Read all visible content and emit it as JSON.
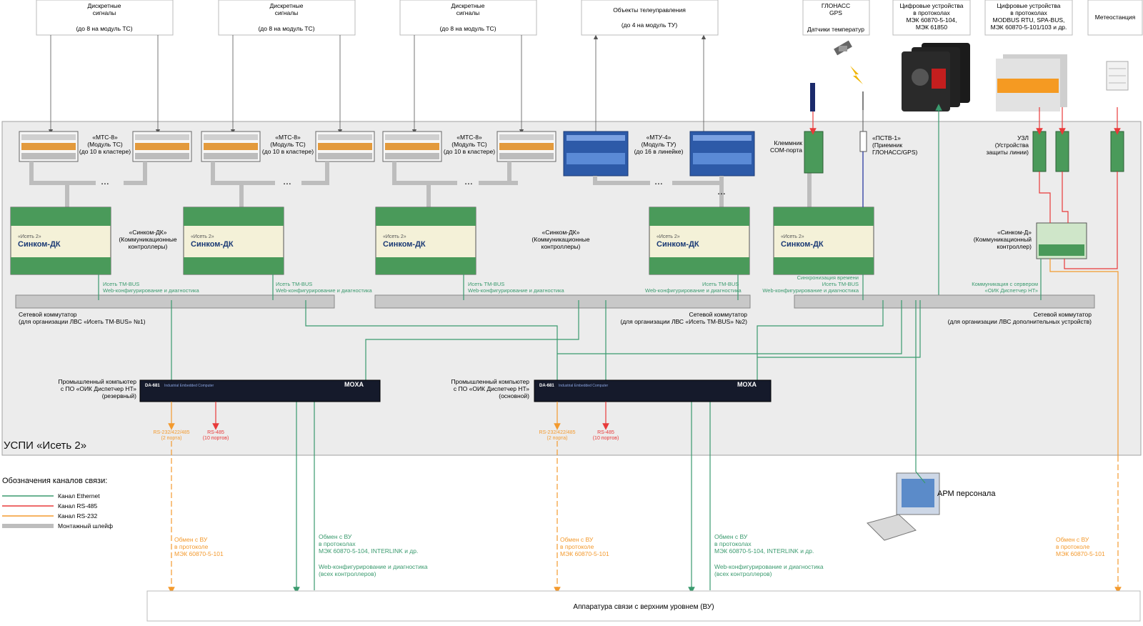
{
  "top_boxes": [
    {
      "line1": "Дискретные",
      "line2": "сигналы",
      "line3": "(до 8 на модуль ТС)"
    },
    {
      "line1": "Дискретные",
      "line2": "сигналы",
      "line3": "(до 8 на модуль ТС)"
    },
    {
      "line1": "Дискретные",
      "line2": "сигналы",
      "line3": "(до 8 на модуль ТС)"
    },
    {
      "line1": "Объекты телеуправления",
      "line3": "(до 4 на модуль ТУ)"
    },
    {
      "line1": "ГЛОНАСС",
      "line2": "GPS",
      "line3": "Датчики температур"
    },
    {
      "line1": "Цифровые устройства",
      "line2": "в протоколах",
      "line3": "МЭК 60870-5-104,",
      "line4": "МЭК 61850"
    },
    {
      "line1": "Цифровые устройства",
      "line2": "в протоколах",
      "line3": "MODBUS RTU, SPA-BUS,",
      "line4": "МЭК 60870-5-101/103 и др."
    },
    {
      "line1": "Метеостанция"
    }
  ],
  "mts_labels": [
    {
      "a": "«МТС-8»",
      "b": "(Модуль ТС)",
      "c": "(до 10 в кластере)"
    },
    {
      "a": "«МТС-8»",
      "b": "(Модуль ТС)",
      "c": "(до 10 в кластере)"
    },
    {
      "a": "«МТС-8»",
      "b": "(Модуль ТС)",
      "c": "(до 10 в кластере)"
    }
  ],
  "mtu_label": {
    "a": "«МТУ-4»",
    "b": "(Модуль ТУ)",
    "c": "(до 16 в линейке)"
  },
  "terminal_label": {
    "a": "Клеммник",
    "b": "COM-порта"
  },
  "pstv_label": {
    "a": "«ПСТВ-1»",
    "b": "(Приемник",
    "c": "ГЛОНАСС/GPS)"
  },
  "uzl_label": {
    "a": "УЗЛ",
    "b": "(Устройства",
    "c": "защиты линии)"
  },
  "dots": "...",
  "controller": {
    "brand": "«Исеть 2»",
    "name": "Синком-ДК"
  },
  "dk_labels": [
    {
      "a": "«Синком-ДК»",
      "b": "(Коммуникационные",
      "c": "контроллеры)"
    },
    {
      "a": "«Синком-ДК»",
      "b": "(Коммуникационные",
      "c": "контроллеры)"
    }
  ],
  "d_label": {
    "a": "«Синком-Д»",
    "b": "(Коммуникационный",
    "c": "контроллер)"
  },
  "link_labels": {
    "tmbus": "Исеть TM-BUS",
    "web": "Web-конфигурирование и диагностика",
    "sync": "Синхронизация времени",
    "comm_a": "Коммуникация с сервером",
    "comm_b": "«ОИК Диспетчер НТ»"
  },
  "switches": [
    {
      "a": "Сетевой коммутатор",
      "b": "(для организации ЛВС «Исеть TM-BUS» №1)"
    },
    {
      "a": "Сетевой коммутатор",
      "b": "(для организации ЛВС «Исеть TM-BUS» №2)"
    },
    {
      "a": "Сетевой коммутатор",
      "b": "(для организации ЛВС дополнительных устройств)"
    }
  ],
  "computers": [
    {
      "a": "Промышленный компьютер",
      "b": "с ПО «ОИК Диспетчер НТ»",
      "c": "(резервный)"
    },
    {
      "a": "Промышленный компьютер",
      "b": "с ПО «ОИК Диспетчер НТ»",
      "c": "(основной)"
    }
  ],
  "moxa": {
    "model": "DA-681",
    "brand": "MOXA",
    "sub": "Industrial Embedded Computer"
  },
  "ports": {
    "rs232": "RS-232/422/485",
    "rs232_n": "(2 порта)",
    "rs485": "RS-485",
    "rs485_n": "(10 портов)"
  },
  "uspi": "УСПИ «Исеть 2»",
  "legend": {
    "title": "Обозначения каналов связи:",
    "items": [
      {
        "label": "Канал Ethernet",
        "color": "#3a9a6e"
      },
      {
        "label": "Канал RS-485",
        "color": "#e83a3a"
      },
      {
        "label": "Канал RS-232",
        "color": "#f39a2e"
      },
      {
        "label": "Монтажный шлейф",
        "color": "#bdbdbd"
      }
    ]
  },
  "arm": "АРМ персонала",
  "exchange101": {
    "a": "Обмен с ВУ",
    "b": "в протоколе",
    "c": "МЭК 60870-5-101"
  },
  "exchange104": {
    "a": "Обмен с ВУ",
    "b": "в протоколах",
    "c": "МЭК 60870-5-104, INTERLINK и др.",
    "d": "Web-конфигурирование и диагностика",
    "e": "(всех контроллеров)"
  },
  "bottom_box": "Аппаратура связи с верхним уровнем (ВУ)",
  "colors": {
    "ethernet": "#3a9a6e",
    "rs485": "#e83a3a",
    "rs232": "#f39a2e",
    "ribbon": "#bdbdbd",
    "panel": "#ececec"
  },
  "icons": [
    "satellite-icon",
    "lightning-icon",
    "antenna-icon",
    "temperature-sensor-icon",
    "power-meter-icon",
    "relay-terminal-icon",
    "weather-station-icon",
    "computer-icon"
  ]
}
